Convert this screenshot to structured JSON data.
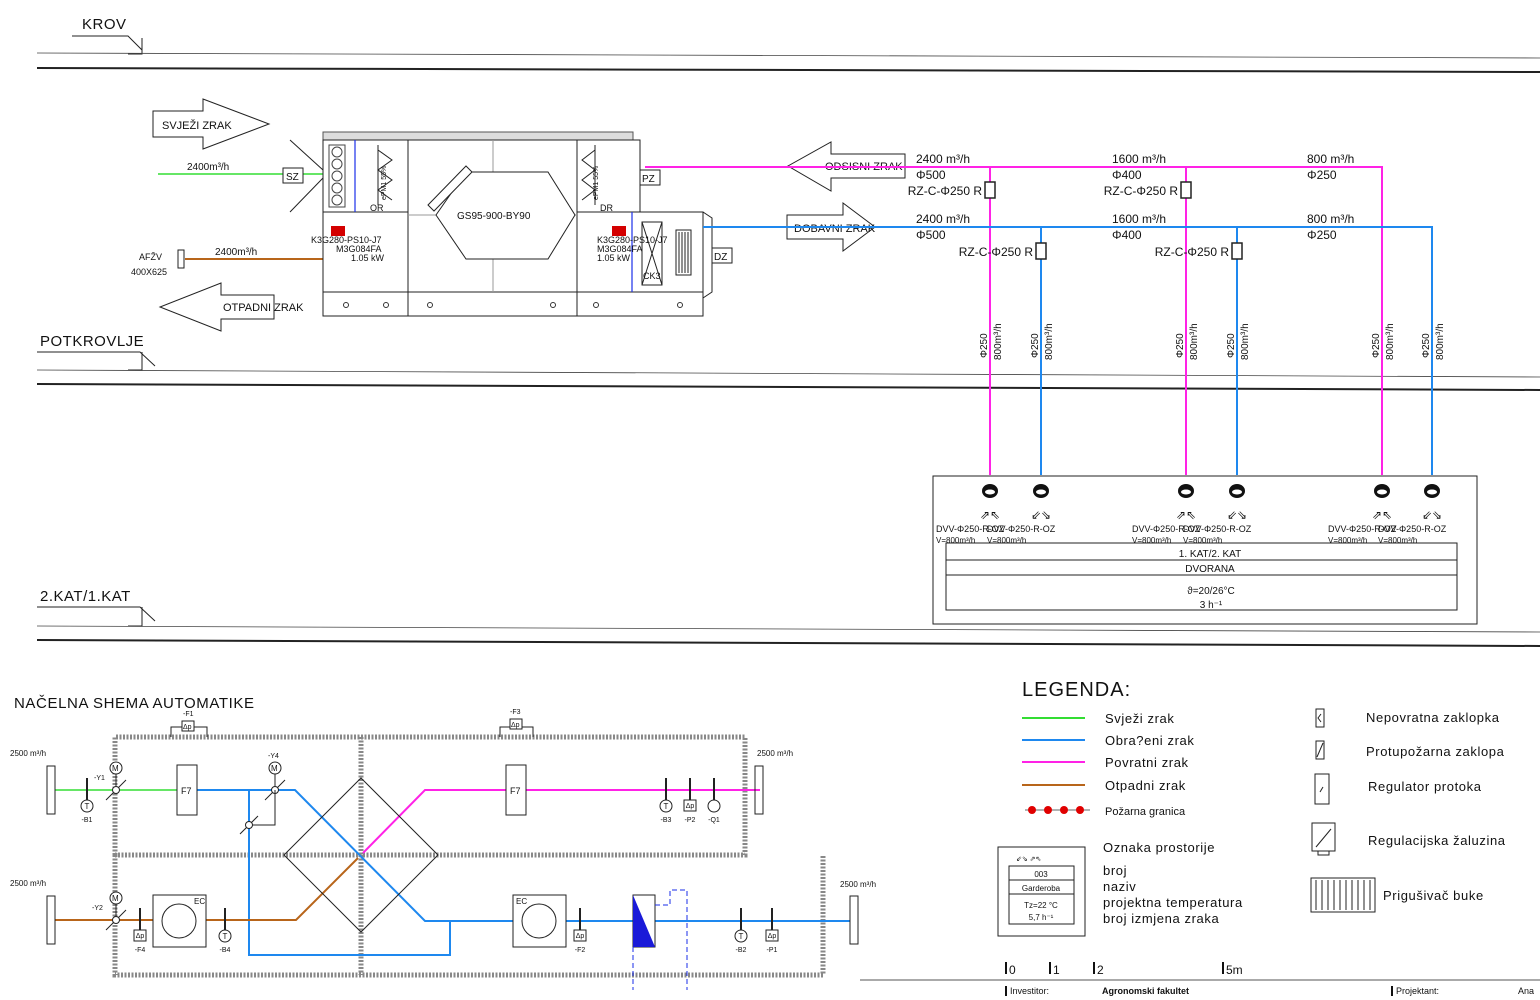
{
  "levels": {
    "roof": "KROV",
    "attic": "POTKROVLJE",
    "floors": "2.KAT/1.KAT"
  },
  "arrows": {
    "fresh": "SVJEŽI ZRAK",
    "exhaust": "OTPADNI ZRAK",
    "extract": "ODSISNI ZRAK",
    "supply": "DOBAVNI ZRAK"
  },
  "intake": {
    "flow": "2400m³/h",
    "label": "SZ"
  },
  "discharge": {
    "flow": "2400m³/h",
    "grille": "AFŽV",
    "size": "400X625"
  },
  "ahu": {
    "exchanger": "GS95-900-BY90",
    "fan_left": [
      "K3G280-PS10-J7",
      "M3G084FA",
      "1.05 kW"
    ],
    "fan_right": [
      "K3G280-PS10-J7",
      "M3G084FA",
      "1.05 kW"
    ],
    "filter_left": "ePM1 55%",
    "filter_right": "ePM1 55%",
    "or": "OR",
    "dr": "DR",
    "coil": "CK3",
    "pz": "PZ",
    "dz": "DZ"
  },
  "extract_duct": [
    {
      "flow": "2400 m³/h",
      "dia": "Φ500"
    },
    {
      "flow": "1600 m³/h",
      "dia": "Φ400"
    },
    {
      "flow": "800 m³/h",
      "dia": "Φ250"
    }
  ],
  "supply_duct": [
    {
      "flow": "2400 m³/h",
      "dia": "Φ500"
    },
    {
      "flow": "1600 m³/h",
      "dia": "Φ400"
    },
    {
      "flow": "800 m³/h",
      "dia": "Φ250"
    }
  ],
  "dampers": [
    "RZ-C-Φ250 R",
    "RZ-C-Φ250 R",
    "RZ-C-Φ250 R",
    "RZ-C-Φ250 R"
  ],
  "risers": [
    {
      "dia": "Φ250",
      "flow": "800m³/h",
      "type": "extract"
    },
    {
      "dia": "Φ250",
      "flow": "800m³/h",
      "type": "supply"
    },
    {
      "dia": "Φ250",
      "flow": "800m³/h",
      "type": "extract"
    },
    {
      "dia": "Φ250",
      "flow": "800m³/h",
      "type": "supply"
    },
    {
      "dia": "Φ250",
      "flow": "800m³/h",
      "type": "extract"
    },
    {
      "dia": "Φ250",
      "flow": "800m³/h",
      "type": "supply"
    }
  ],
  "diffusers": [
    {
      "type": "DVV-Φ250-R-OZ",
      "flow": "V=800m³/h"
    },
    {
      "type": "DVV-Φ250-R-OZ",
      "flow": "V=800m³/h"
    },
    {
      "type": "DVV-Φ250-R-OZ",
      "flow": "V=800m³/h"
    },
    {
      "type": "DVV-Φ250-R-OZ",
      "flow": "V=800m³/h"
    },
    {
      "type": "DVV-Φ250-R-OZ",
      "flow": "V=800m³/h"
    },
    {
      "type": "DVV-Φ250-R-OZ",
      "flow": "V=800m³/h"
    }
  ],
  "room": {
    "floor": "1. KAT/2. KAT",
    "name": "DVORANA",
    "temp": "ϑ=20/26°C",
    "ach": "3 h⁻¹"
  },
  "automation": {
    "title": "NAČELNA SHEMA AUTOMATIKE",
    "flows": [
      "2500 m³/h",
      "2500 m³/h",
      "2500 m³/h",
      "2500 m³/h"
    ],
    "tags": {
      "f1": "-F1",
      "f3": "-F3",
      "y1": "-Y1",
      "y4": "-Y4",
      "y2": "-Y2",
      "b1": "-B1",
      "b4": "-B4",
      "f4": "-F4",
      "b3": "-B3",
      "p2": "-P2",
      "q1": "-Q1",
      "f2": "-F2",
      "b2": "-B2",
      "p1": "-P1"
    },
    "filter": "F7",
    "fan": "EC",
    "motor": "M",
    "temp": "T",
    "dp": "Δp"
  },
  "legend": {
    "title": "LEGENDA:",
    "lines": [
      {
        "label": "Svježi  zrak",
        "color": "#33dd33"
      },
      {
        "label": "Obra?eni  zrak",
        "color": "#1e88ef"
      },
      {
        "label": "Povratni  zrak",
        "color": "#ff22e6"
      },
      {
        "label": "Otpadni  zrak",
        "color": "#b8651a"
      },
      {
        "label": "Požarna granica",
        "color": "#e00000"
      }
    ],
    "symbols": [
      "Nepovratna  zaklopka",
      "Protupožarna  zaklopa",
      "Regulator  protoka",
      "Regulacijska  žaluzina",
      "Prigušivač  buke"
    ],
    "room_tag": {
      "heading": "Oznaka  prostorije",
      "fields": [
        "broj",
        "naziv",
        "projektna  temperatura",
        "broj  izmjena  zraka"
      ],
      "sample": {
        "number": "003",
        "name": "Garderoba",
        "temp": "Tz=22 °C",
        "ach": "5,7 h⁻¹"
      }
    }
  },
  "scale": [
    "0",
    "1",
    "2",
    "5m"
  ],
  "title_block": {
    "investor_label": "Investitor:",
    "investor": "Agronomski fakultet",
    "designer_label": "Projektant:",
    "designer": "Ana"
  }
}
